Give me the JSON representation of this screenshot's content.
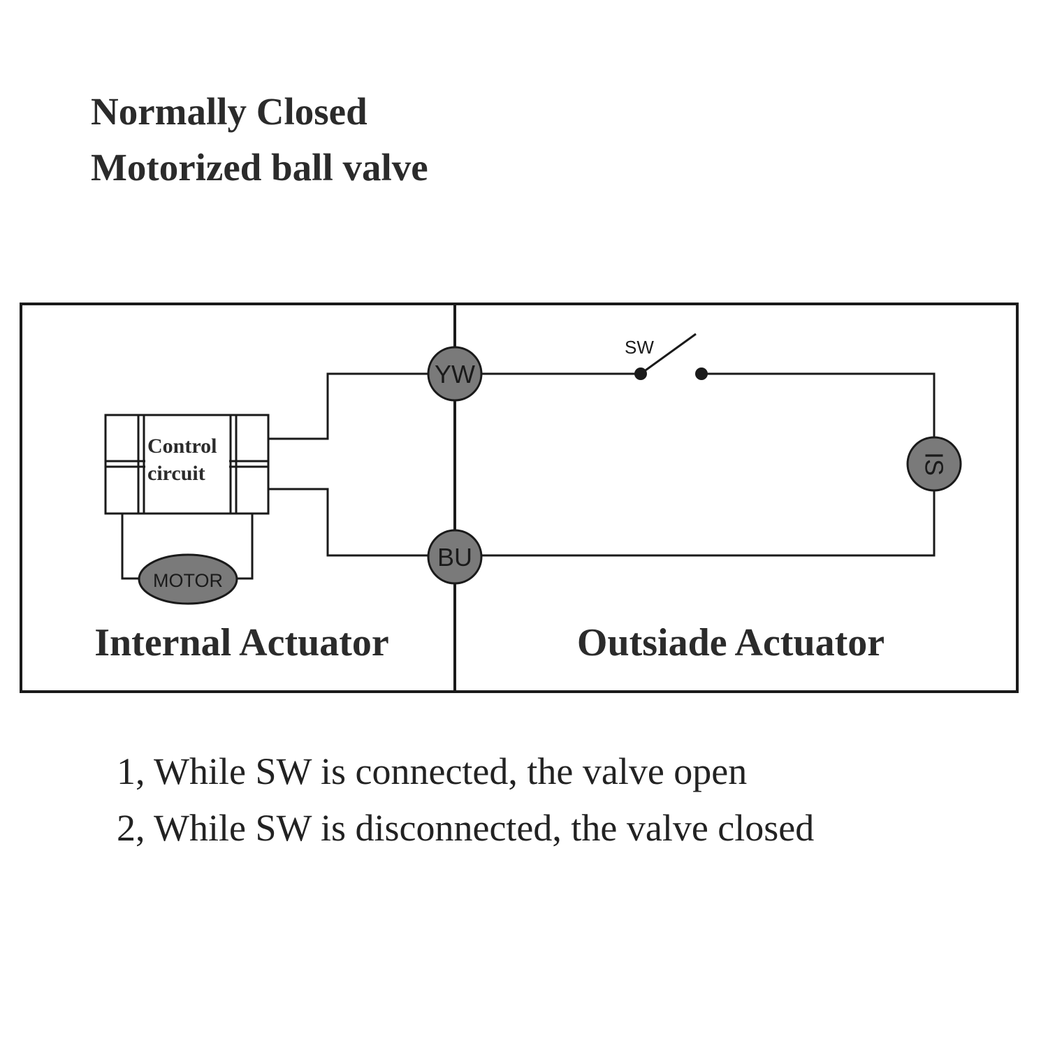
{
  "title": {
    "line1": "Normally Closed",
    "line2": "Motorized ball valve"
  },
  "diagram": {
    "internal": {
      "control_circuit_line1": "Control",
      "control_circuit_line2": "circuit",
      "motor_label": "MOTOR",
      "section_label": "Internal Actuator"
    },
    "terminals": {
      "top": "YW",
      "bottom": "BU",
      "load": "IS"
    },
    "outside": {
      "switch_label": "SW",
      "section_label": "Outsiade Actuator"
    }
  },
  "notes": [
    "1, While SW is connected, the valve open",
    "2, While SW is disconnected, the valve closed"
  ]
}
